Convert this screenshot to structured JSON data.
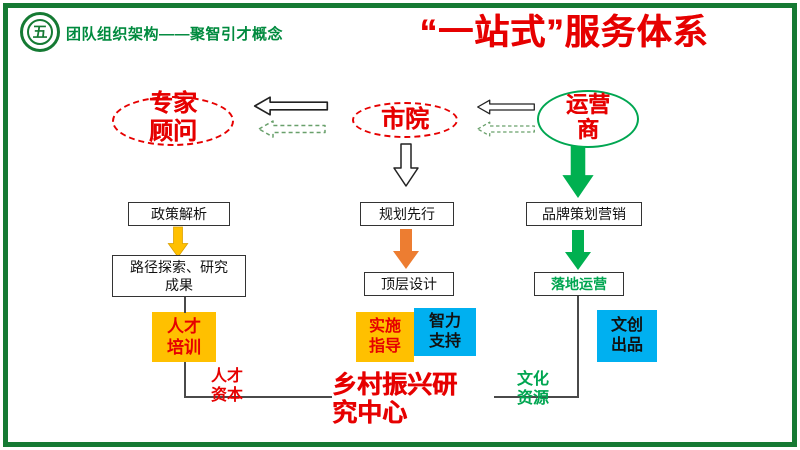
{
  "header": {
    "badge": "五",
    "subtitle": "团队组织架构——聚智引才概念",
    "title": "“一站式”服务体系"
  },
  "entities": {
    "experts": "专家\n顾问",
    "institute": "市院",
    "operator": "运营\n商"
  },
  "expert_flow": {
    "step1": "政策解析",
    "step2": "路径探索、研究\n成果",
    "step3": "人才\n培训"
  },
  "institute_flow": {
    "step1": "规划先行",
    "step2": "顶层设计",
    "step3a": "实施\n指导",
    "step3b": "智力\n支持"
  },
  "operator_flow": {
    "step1": "品牌策划营销",
    "step2": "落地运营",
    "step3": "文创\n出品"
  },
  "center": {
    "name": "乡村振兴研\n究中心",
    "talent_label": "人才\n资本",
    "culture_label": "文化\n资源"
  },
  "icons": {
    "left_hollow_arrow": "hollow left arrow",
    "left_dashed_arrow": "dashed left arrow",
    "down_hollow_arrow": "hollow down arrow",
    "down_solid_arrow": "solid down arrow"
  },
  "colors": {
    "border_green": "#157a33",
    "header_green": "#008a3e",
    "accent_red": "#e60000",
    "arrow_gold": "#ffc000",
    "arrow_orange": "#ed7d31",
    "arrow_green": "#00b050",
    "box_yellow": "#ffc000",
    "box_blue": "#00b0f0",
    "ellipse_green": "#00a651",
    "dashed_arrow_green": "#69a06b"
  }
}
